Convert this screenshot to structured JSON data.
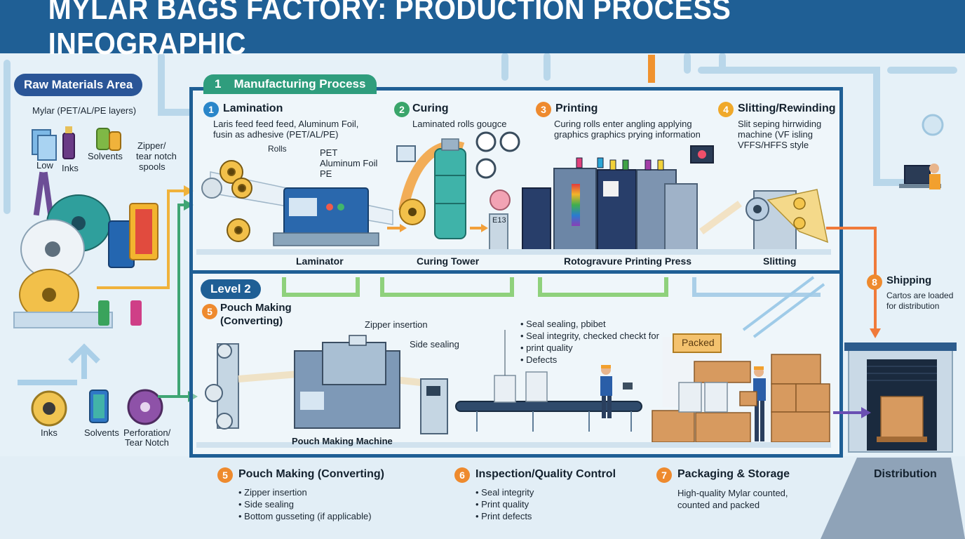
{
  "header": {
    "title": "MYLAR BAGS FACTORY: PRODUCTION PROCESS INFOGRAPHIC"
  },
  "raw": {
    "title": "Raw Materials Area",
    "mylar_label": "Mylar (PET/AL/PE layers)",
    "low": "Low",
    "inks": "Inks",
    "solvents": "Solvents",
    "zipper": "Zipper/",
    "tear": "tear notch",
    "spools": "spools",
    "bottom_inks": "Inks",
    "bottom_solvents": "Solvents",
    "perforation": "Perforation/",
    "tear_notch": "Tear Notch"
  },
  "mfg": {
    "badge_num": "1",
    "badge_label": "Manufacturing Process",
    "steps": [
      {
        "num": "1",
        "title": "Lamination",
        "desc1": "Laris feed feed feed, Aluminum Foil,",
        "desc2": "fusin as adhesive (PET/AL/PE)"
      },
      {
        "num": "2",
        "title": "Curing",
        "desc1": "Laminated rolls gougce",
        "desc2": ""
      },
      {
        "num": "3",
        "title": "Printing",
        "desc1": "Curing rolls enter angling applying",
        "desc2": "graphics graphics prying information"
      },
      {
        "num": "4",
        "title": "Slitting/Rewinding",
        "desc1": "Slit seping hirrwiding",
        "desc2": "machine  (VF isling",
        "desc3": "VFFS/HFFS style"
      }
    ],
    "rolls": "Rolls",
    "pet": "PET",
    "aluminum_foil": "Aluminum Foil",
    "pe": "PE",
    "e13": "E13",
    "machines": [
      "Laminator",
      "Curing Tower",
      "Rotogravure Printing Press",
      "Slitting"
    ]
  },
  "level2": {
    "badge": "Level 2",
    "step_num": "5",
    "step_title1": "Pouch Making",
    "step_title2": "(Converting)",
    "zipper_insertion": "Zipper insertion",
    "side_sealing": "Side sealing",
    "qc_notes": [
      "Seal sealing, pbibet",
      "Seal integrity, checked checkt for",
      "print quality",
      "Defects"
    ],
    "packed_sign": "Packed",
    "machine": "Pouch Making Machine"
  },
  "shipping": {
    "num": "8",
    "title": "Shipping",
    "desc1": "Cartos are loaded",
    "desc2": "for distribution"
  },
  "distribution": {
    "label": "Distribution"
  },
  "bottom": [
    {
      "num": "5",
      "title": "Pouch Making (Converting)",
      "items": [
        "Zipper insertion",
        "Side sealing",
        "Bottom gusseting (if applicable)"
      ]
    },
    {
      "num": "6",
      "title": "Inspection/Quality Control",
      "items": [
        "Seal integrity",
        "Print quality",
        "Print defects"
      ]
    },
    {
      "num": "7",
      "title": "Packaging & Storage",
      "desc1": "High-quality Mylar counted,",
      "desc2": "counted and packed"
    }
  ],
  "colors": {
    "header": "#1f5f95",
    "frame": "#1f5f95",
    "raw_pill": "#2a5597",
    "mfg_badge": "#2f9d7d",
    "level2_badge": "#1f5f95",
    "step_orange": "#ee8a2e",
    "step_green": "#3aa56a",
    "step_yellow": "#f0a92a",
    "step_blue": "#2a86c9"
  }
}
